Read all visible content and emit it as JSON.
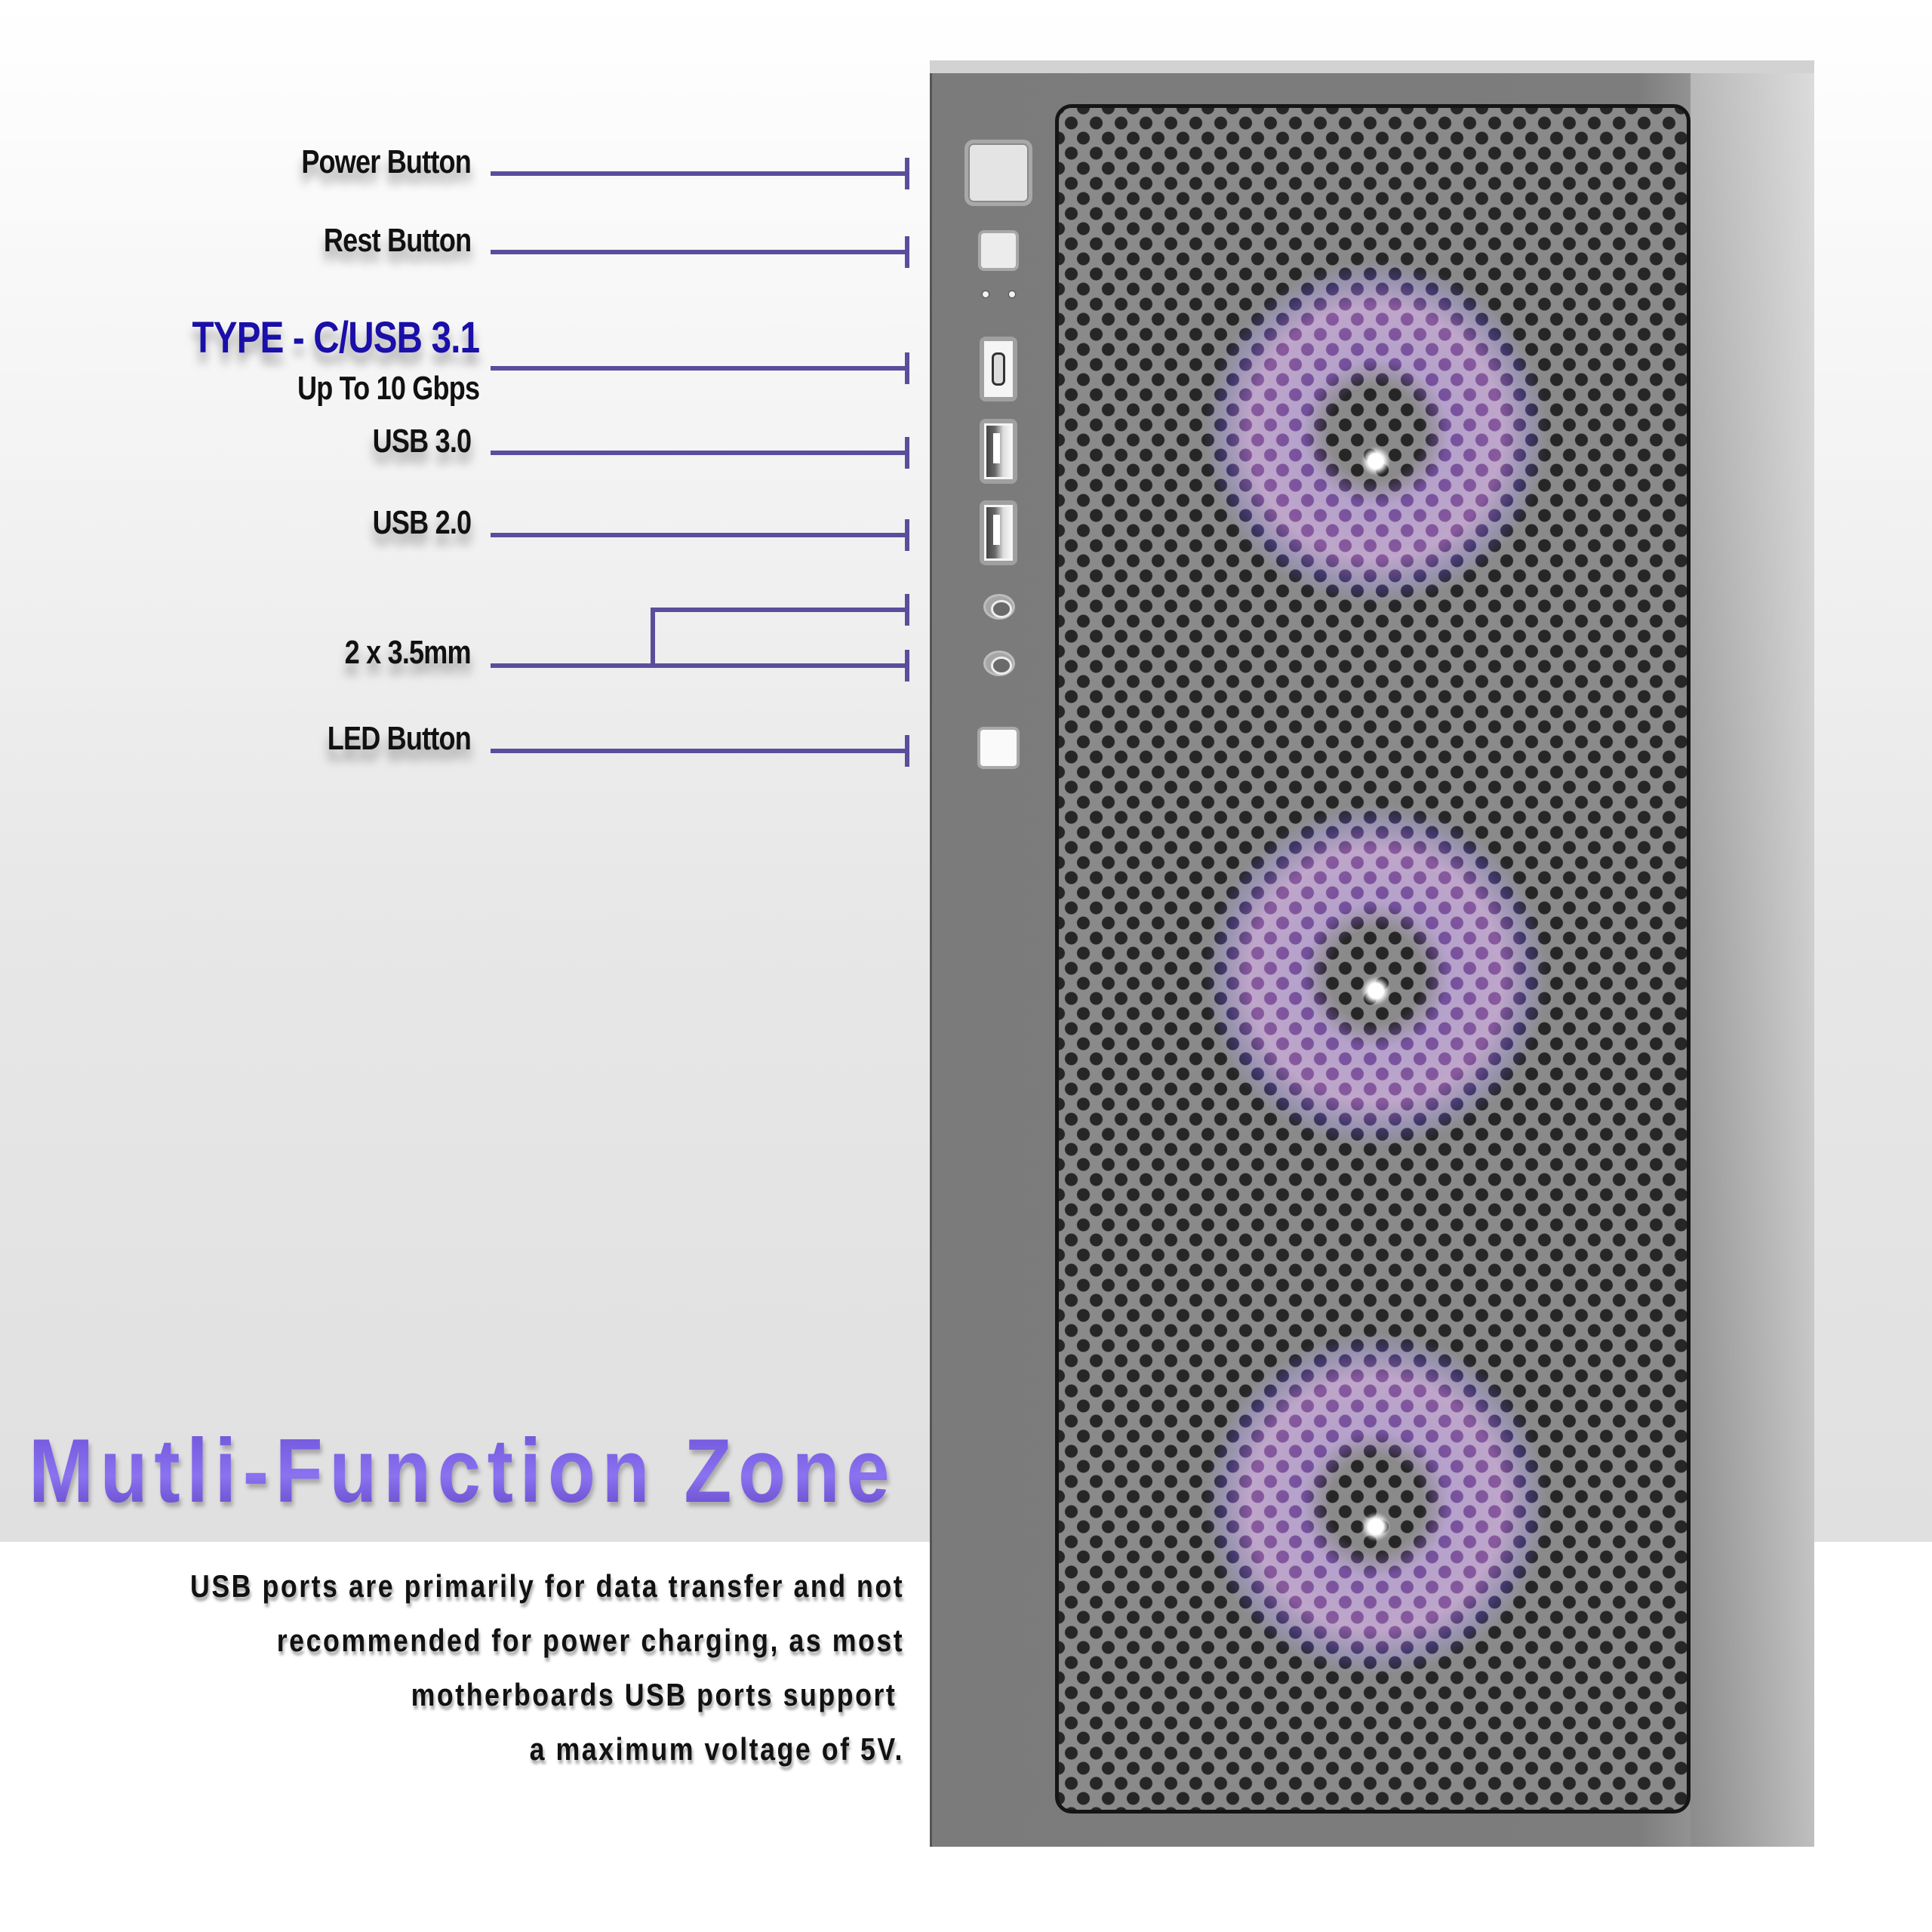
{
  "labels": {
    "power_button": "Power Button",
    "reset_button": "Rest Button",
    "type_c": "TYPE - C/USB 3.1",
    "type_c_speed": "Up To 10 Gbps",
    "usb30": "USB 3.0",
    "usb20": "USB 2.0",
    "audio": "2 x 3.5mm",
    "led_button": "LED Button"
  },
  "title": "Mutli-Function Zone",
  "description": {
    "lines": [
      "USB ports are primarily for data transfer and not",
      "recommended for power charging, as most",
      "motherboards USB ports support ",
      "a maximum voltage of 5V."
    ]
  },
  "front_io": [
    {
      "name": "power-button",
      "type": "button"
    },
    {
      "name": "reset-button",
      "type": "button"
    },
    {
      "name": "activity-leds",
      "type": "indicator",
      "count": 2
    },
    {
      "name": "usb-type-c-port",
      "type": "port"
    },
    {
      "name": "usb-3-port",
      "type": "port"
    },
    {
      "name": "usb-2-port",
      "type": "port"
    },
    {
      "name": "audio-jack",
      "type": "port",
      "count": 2
    },
    {
      "name": "led-button",
      "type": "button"
    }
  ],
  "fans": {
    "count": 3,
    "glow_color": "#b070ff"
  },
  "colors": {
    "connector_line": "#5a4e9c",
    "accent_label": "#1a0fa8",
    "title_gradient_top": "#6c4fd6",
    "title_gradient_mid": "#8a72f0",
    "case_body": "#7b7b7b",
    "mesh_border": "#151515"
  }
}
